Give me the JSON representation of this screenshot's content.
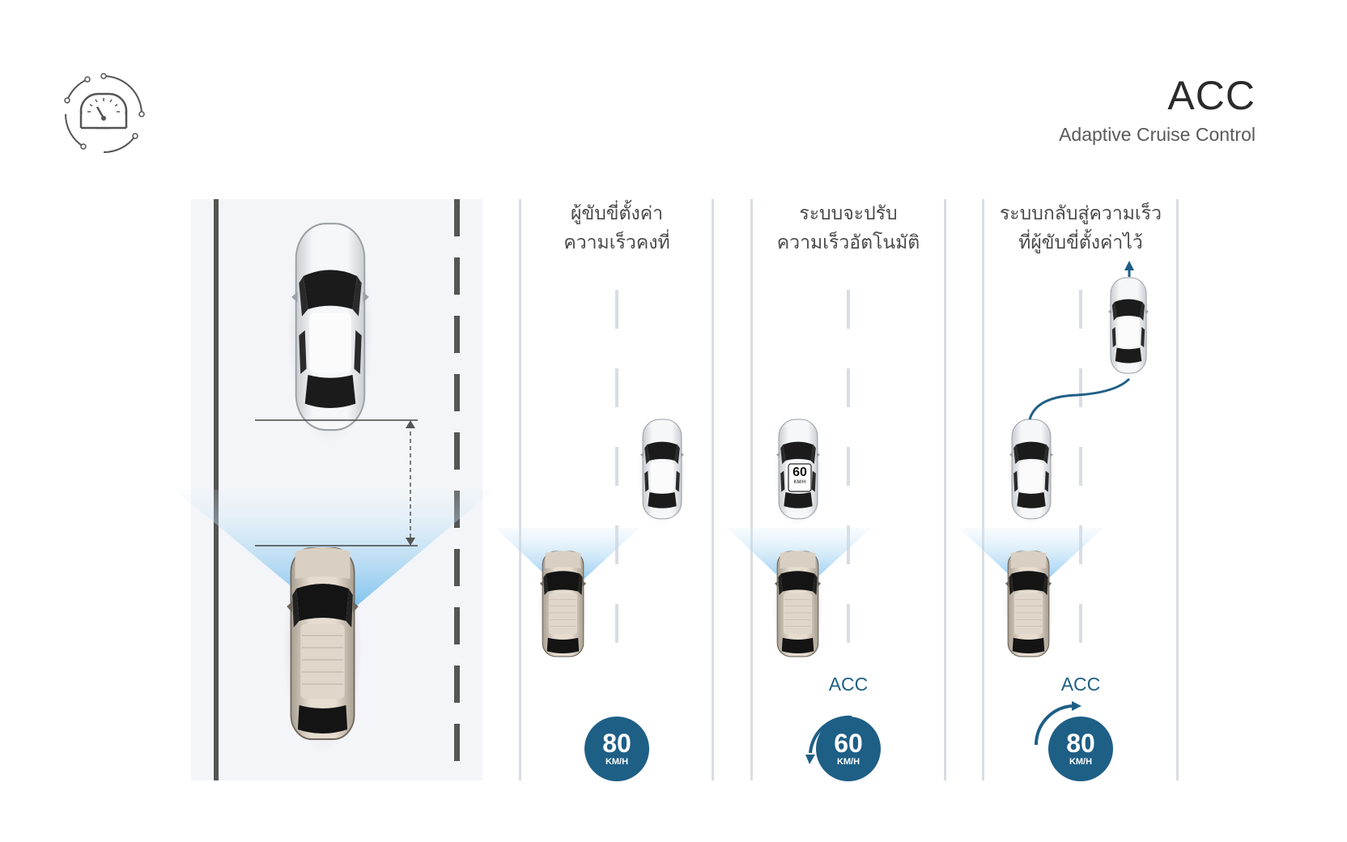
{
  "header": {
    "title": "ACC",
    "subtitle": "Adaptive Cruise Control",
    "icon": "speedometer-icon"
  },
  "panels": [
    {
      "caption_line1": "ผู้ขับขี่ตั้งค่า",
      "caption_line2": "ความเร็วคงที่",
      "speed_value": "80",
      "speed_unit": "KM/H",
      "acc_label": ""
    },
    {
      "caption_line1": "ระบบจะปรับ",
      "caption_line2": "ความเร็วอัตโนมัติ",
      "speed_value": "60",
      "speed_unit": "KM/H",
      "acc_label": "ACC",
      "lead_car_sign_value": "60",
      "lead_car_sign_unit": "KM/H"
    },
    {
      "caption_line1": "ระบบกลับสู่ความเร็ว",
      "caption_line2": "ที่ผู้ขับขี่ตั้งค่าไว้",
      "speed_value": "80",
      "speed_unit": "KM/H",
      "acc_label": "ACC"
    }
  ],
  "colors": {
    "accent": "#1e5f86",
    "road": "#f3f5f8",
    "sensor_beam": "#8cc6ef"
  }
}
